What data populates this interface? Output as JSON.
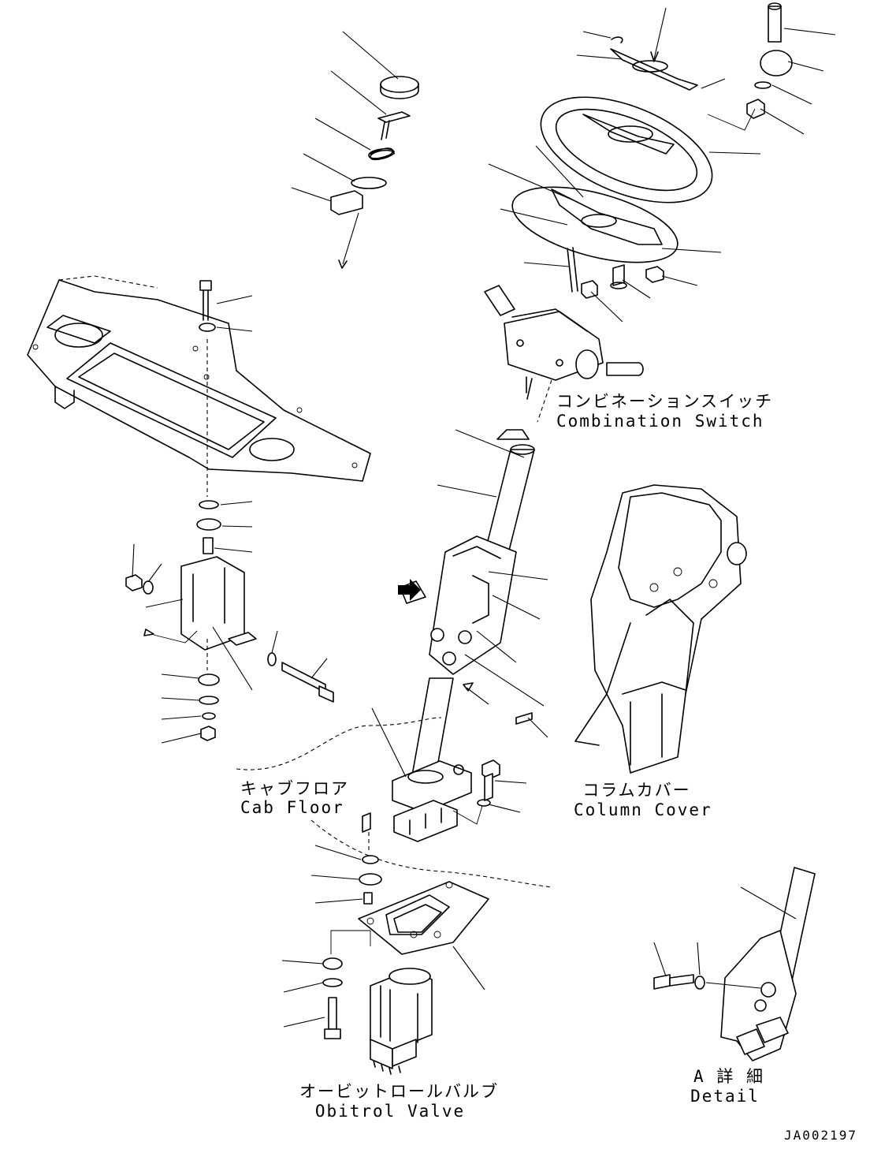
{
  "labels": {
    "combination_switch": {
      "ja": "コンビネーションスイッチ",
      "en": "Combination Switch"
    },
    "cab_floor": {
      "ja": "キャブフロア",
      "en": "Cab Floor"
    },
    "column_cover": {
      "ja": "コラムカバー",
      "en": "Column Cover"
    },
    "orbitrol_valve": {
      "ja": "オービットロールバルブ",
      "en": "Obitrol Valve"
    },
    "detail": {
      "ja": "A 詳 細",
      "en": "Detail"
    },
    "drawing_code": "JA002197"
  }
}
